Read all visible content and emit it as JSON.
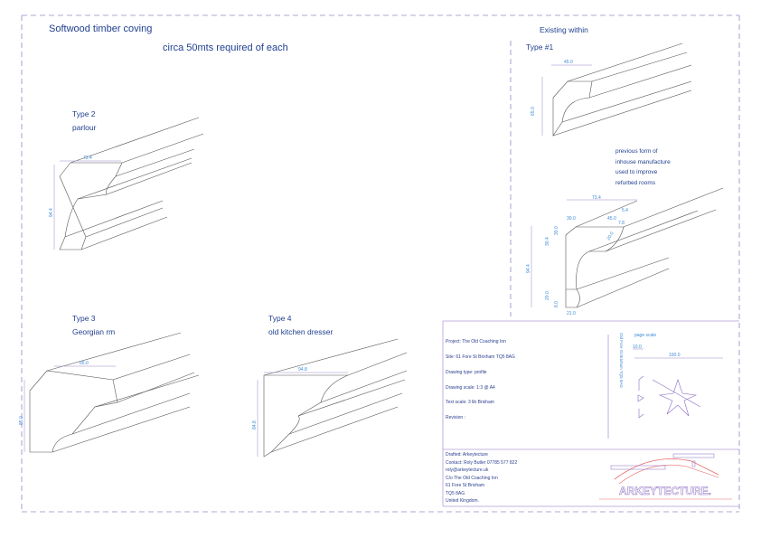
{
  "title": "Softwood timber coving",
  "subtitle": "circa 50mts required of each",
  "existing": {
    "heading": "Existing within",
    "type1": "Type #1",
    "dims": [
      "45.0",
      "65.0"
    ]
  },
  "note": [
    "previous form of",
    "inhouse manufacture",
    "used to improve",
    "refurbed rooms"
  ],
  "existing_profile_dims": [
    "73.4",
    "5.4",
    "30.0",
    "45.0",
    "7.8",
    "30.0",
    "20.0",
    "30.4",
    "94.4",
    "20.0",
    "8.0",
    "21.0"
  ],
  "type2": {
    "name": "Type 2",
    "desc": "parlour",
    "dims": [
      "73.4",
      "94.4"
    ]
  },
  "type3": {
    "name": "Type 3",
    "desc": "Georgian rm",
    "dims": [
      "65.0",
      "85.0"
    ]
  },
  "type4": {
    "name": "Type 4",
    "desc": "old kitchen dresser",
    "dims": [
      "94.8",
      "84.8"
    ]
  },
  "titleblock": {
    "project": "Project: The Old Coaching Inn",
    "site": "Site: 61 Fore St Brixham TQ5 8AG",
    "drawing_type": "Drawing type: profile",
    "drawing_scale": "Drawing scale: 1:3 @ A4",
    "text_scale": "Text scale: 3 lib Brixham",
    "revision": "Revision :",
    "page_scale": "page scale",
    "scale_small": "10.0",
    "scale_large": "100.0",
    "vertical_address": "Old Fore St Brixham TQ5 8AG",
    "drafted": "Drafted: Arkeytecture",
    "contact": "Contact: Roly Butler 07785 577 822",
    "email": "roly@arkeytecture.uk",
    "co": "C/o The Old Coaching Inn",
    "street": "61 Fore St Brixham",
    "postcode": "TQ5 8AG",
    "country": "United Kingdom.",
    "logo": "ARKEYTECTURE."
  }
}
